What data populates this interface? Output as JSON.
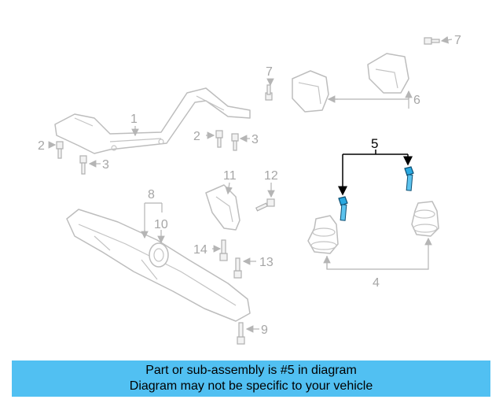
{
  "callouts": {
    "c1": "1",
    "c2a": "2",
    "c2b": "2",
    "c3a": "3",
    "c3b": "3",
    "c4": "4",
    "c5": "5",
    "c6": "6",
    "c7a": "7",
    "c7b": "7",
    "c8": "8",
    "c9": "9",
    "c10": "10",
    "c11": "11",
    "c12": "12",
    "c13": "13",
    "c14": "14"
  },
  "highlight_color": "#29a9e1",
  "banner": {
    "line1": "Part or sub-assembly is #5 in diagram",
    "line2": "Diagram may not be specific to your vehicle",
    "background": "#51c0f2"
  }
}
